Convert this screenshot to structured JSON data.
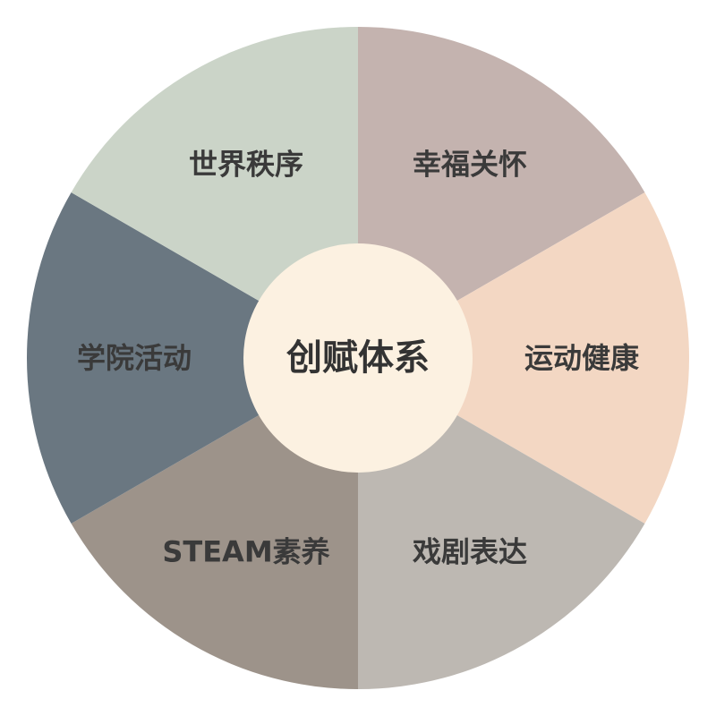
{
  "center": {
    "label": "创赋体系",
    "color": "#FCF1E1"
  },
  "segments": [
    {
      "label": "幸福关怀",
      "color": "#C4B3AF"
    },
    {
      "label": "运动健康",
      "color": "#F3D7C3"
    },
    {
      "label": "戏剧表达",
      "color": "#BDB8B2"
    },
    {
      "label": "STEAM素养",
      "color": "#9D938A"
    },
    {
      "label": "学院活动",
      "color": "#6A7781"
    },
    {
      "label": "世界秩序",
      "color": "#CBD4C8"
    }
  ]
}
